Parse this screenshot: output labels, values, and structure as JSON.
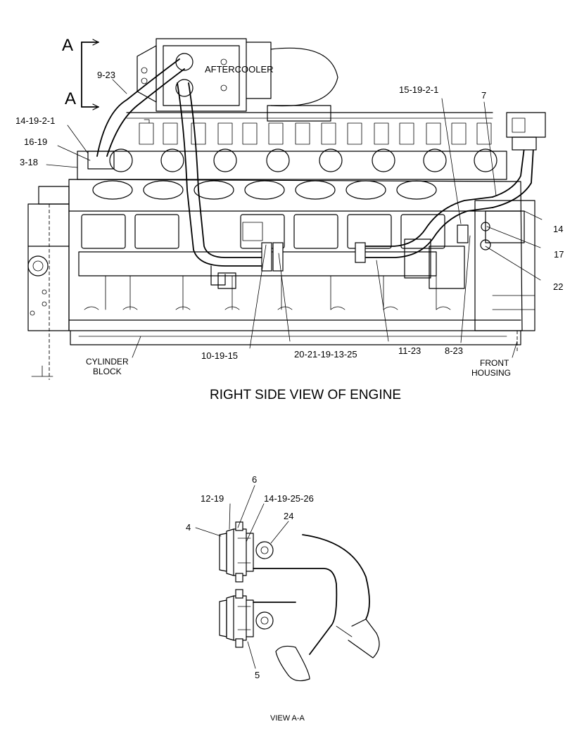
{
  "main_view": {
    "title": "RIGHT SIDE VIEW OF ENGINE",
    "aftercooler_label": "AFTERCOOLER",
    "section_marker": "A",
    "callouts": {
      "c_9_23": "9-23",
      "c_14_19_2_1_left": "14-19-2-1",
      "c_16_19": "16-19",
      "c_3_18": "3-18",
      "c_15_19_2_1": "15-19-2-1",
      "c_7": "7",
      "c_14": "14",
      "c_17": "17",
      "c_22": "22",
      "c_10_19_15": "10-19-15",
      "c_20_21_19_13_25": "20-21-19-13-25",
      "c_11_23": "11-23",
      "c_8_23": "8-23"
    },
    "cylinder_block": [
      "CYLINDER",
      "BLOCK"
    ],
    "front_housing": [
      "FRONT",
      "HOUSING"
    ]
  },
  "section_view": {
    "title": "VIEW A-A",
    "callouts": {
      "c_6": "6",
      "c_12_19": "12-19",
      "c_14_19_25_26": "14-19-25-26",
      "c_4": "4",
      "c_24": "24",
      "c_5": "5"
    }
  }
}
